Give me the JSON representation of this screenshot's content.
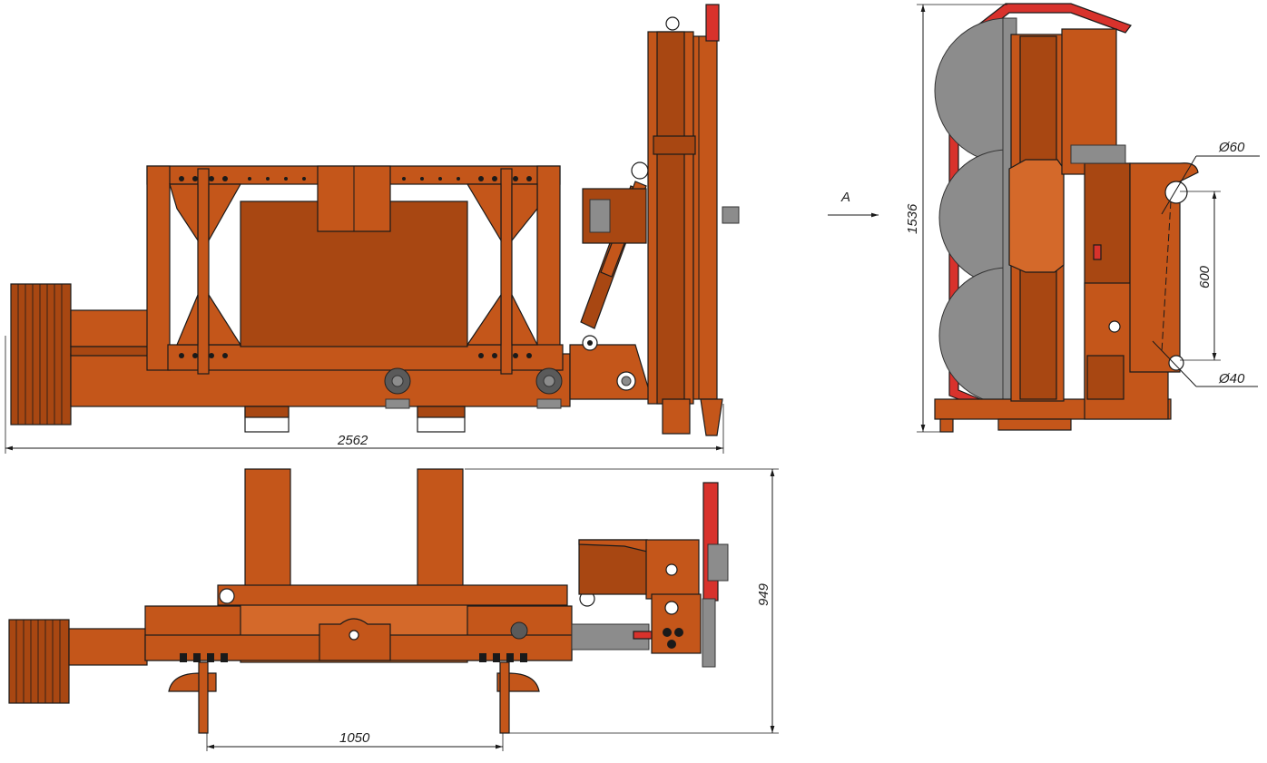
{
  "dimensions": {
    "overall_length": "2562",
    "overall_height": "1536",
    "pin_spacing": "600",
    "top_pin_diameter": "Ø60",
    "bottom_pin_diameter": "Ø40",
    "plan_height": "949",
    "support_spacing": "1050"
  },
  "view_label": "A",
  "colors": {
    "body": "#c4561a",
    "body_dark": "#a84712",
    "guard": "#d8322c",
    "blade": "#8c8c8c",
    "line": "#1a1a1a"
  }
}
